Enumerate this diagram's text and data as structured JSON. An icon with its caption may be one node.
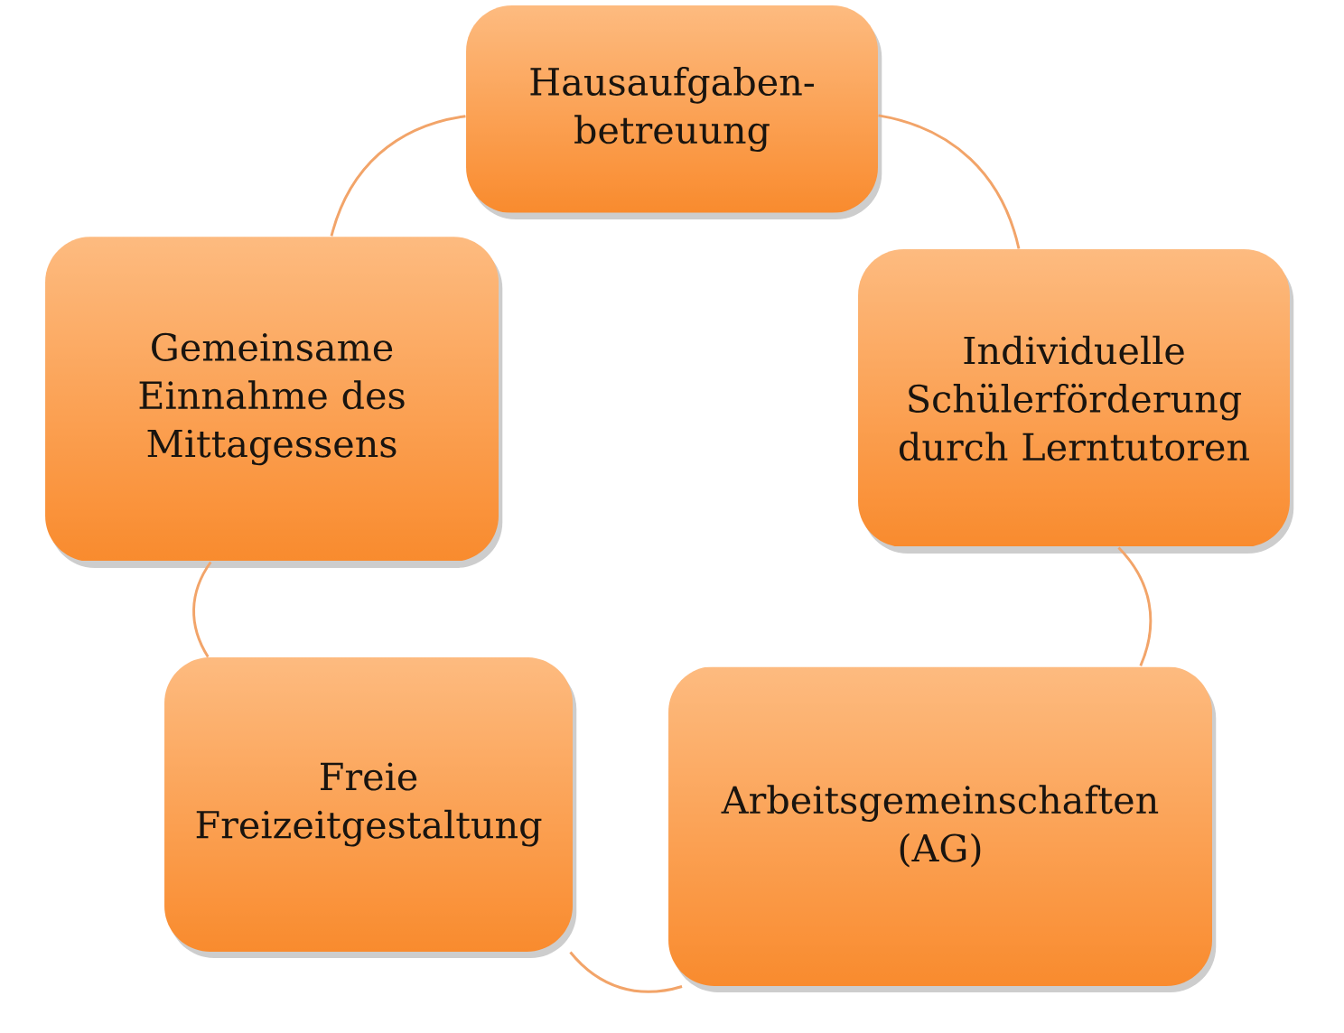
{
  "diagram": {
    "nodes": [
      {
        "text": [
          "Hausaufgaben- betreuung"
        ]
      },
      {
        "text": [
          "Individuelle Schülerförderung durch Lerntutoren"
        ]
      },
      {
        "text": [
          "Arbeitsgemeinschaften (AG)"
        ]
      },
      {
        "text": [
          "Freie Freizeitgestaltung"
        ]
      },
      {
        "text": [
          "Gemeinsame Einnahme des Mittagessens"
        ]
      }
    ],
    "edges": [
      {
        "from": 0,
        "to": 1,
        "arrow": "none"
      },
      {
        "from": 1,
        "to": 2,
        "arrow": "none"
      },
      {
        "from": 2,
        "to": 3,
        "arrow": "none"
      },
      {
        "from": 3,
        "to": 4,
        "arrow": "none"
      },
      {
        "from": 4,
        "to": 0,
        "arrow": "none"
      }
    ]
  }
}
